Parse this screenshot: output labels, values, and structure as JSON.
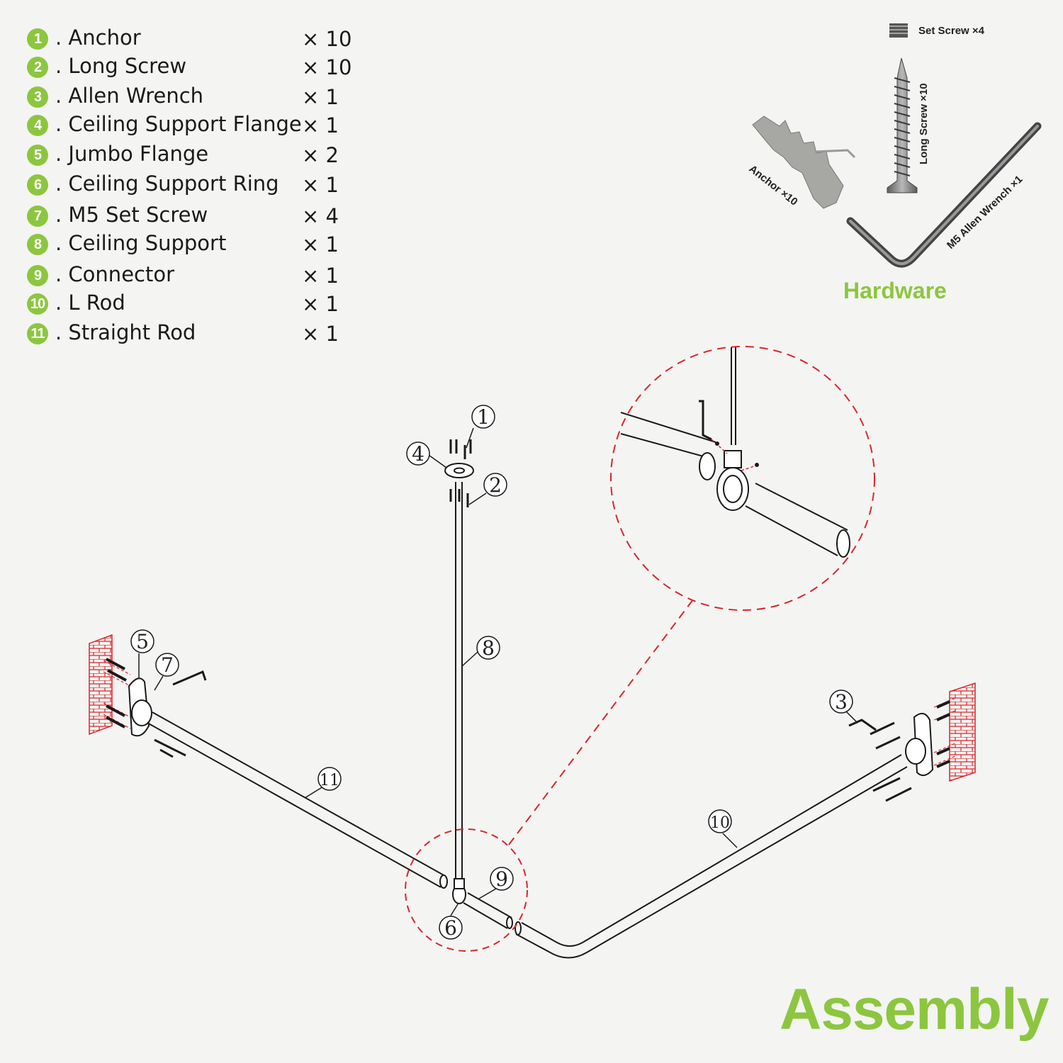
{
  "parts": [
    {
      "num": "1",
      "label": ". Anchor",
      "qty": "× 10"
    },
    {
      "num": "2",
      "label": ". Long Screw",
      "qty": "× 10"
    },
    {
      "num": "3",
      "label": ". Allen Wrench",
      "qty": "× 1"
    },
    {
      "num": "4",
      "label": ". Ceiling Support Flange",
      "qty": "× 1"
    },
    {
      "num": "5",
      "label": ". Jumbo Flange",
      "qty": "× 2"
    },
    {
      "num": "6",
      "label": ". Ceiling Support Ring",
      "qty": "× 1"
    },
    {
      "num": "7",
      "label": ". M5 Set Screw",
      "qty": "× 4"
    },
    {
      "num": "8",
      "label": ". Ceiling Support",
      "qty": "× 1"
    },
    {
      "num": "9",
      "label": ". Connector",
      "qty": "× 1"
    },
    {
      "num": "10",
      "label": ". L Rod",
      "qty": "× 1"
    },
    {
      "num": "11",
      "label": ". Straight Rod",
      "qty": "× 1"
    }
  ],
  "hardware": {
    "title": "Hardware",
    "set_screw_label": "Set Screw ×4",
    "long_screw_label": "Long Screw ×10",
    "anchor_label": "Anchor ×10",
    "wrench_label": "M5 Allen Wrench ×1"
  },
  "assembly_title": "Assembly",
  "callouts": [
    "1",
    "2",
    "3",
    "4",
    "5",
    "6",
    "7",
    "8",
    "9",
    "10",
    "11"
  ],
  "colors": {
    "accent": "#8cc63f",
    "detail_red": "#d9262a",
    "line": "#1a1a1a",
    "hardware_metal": "#7a7a7a",
    "background": "#f4f4f3"
  }
}
